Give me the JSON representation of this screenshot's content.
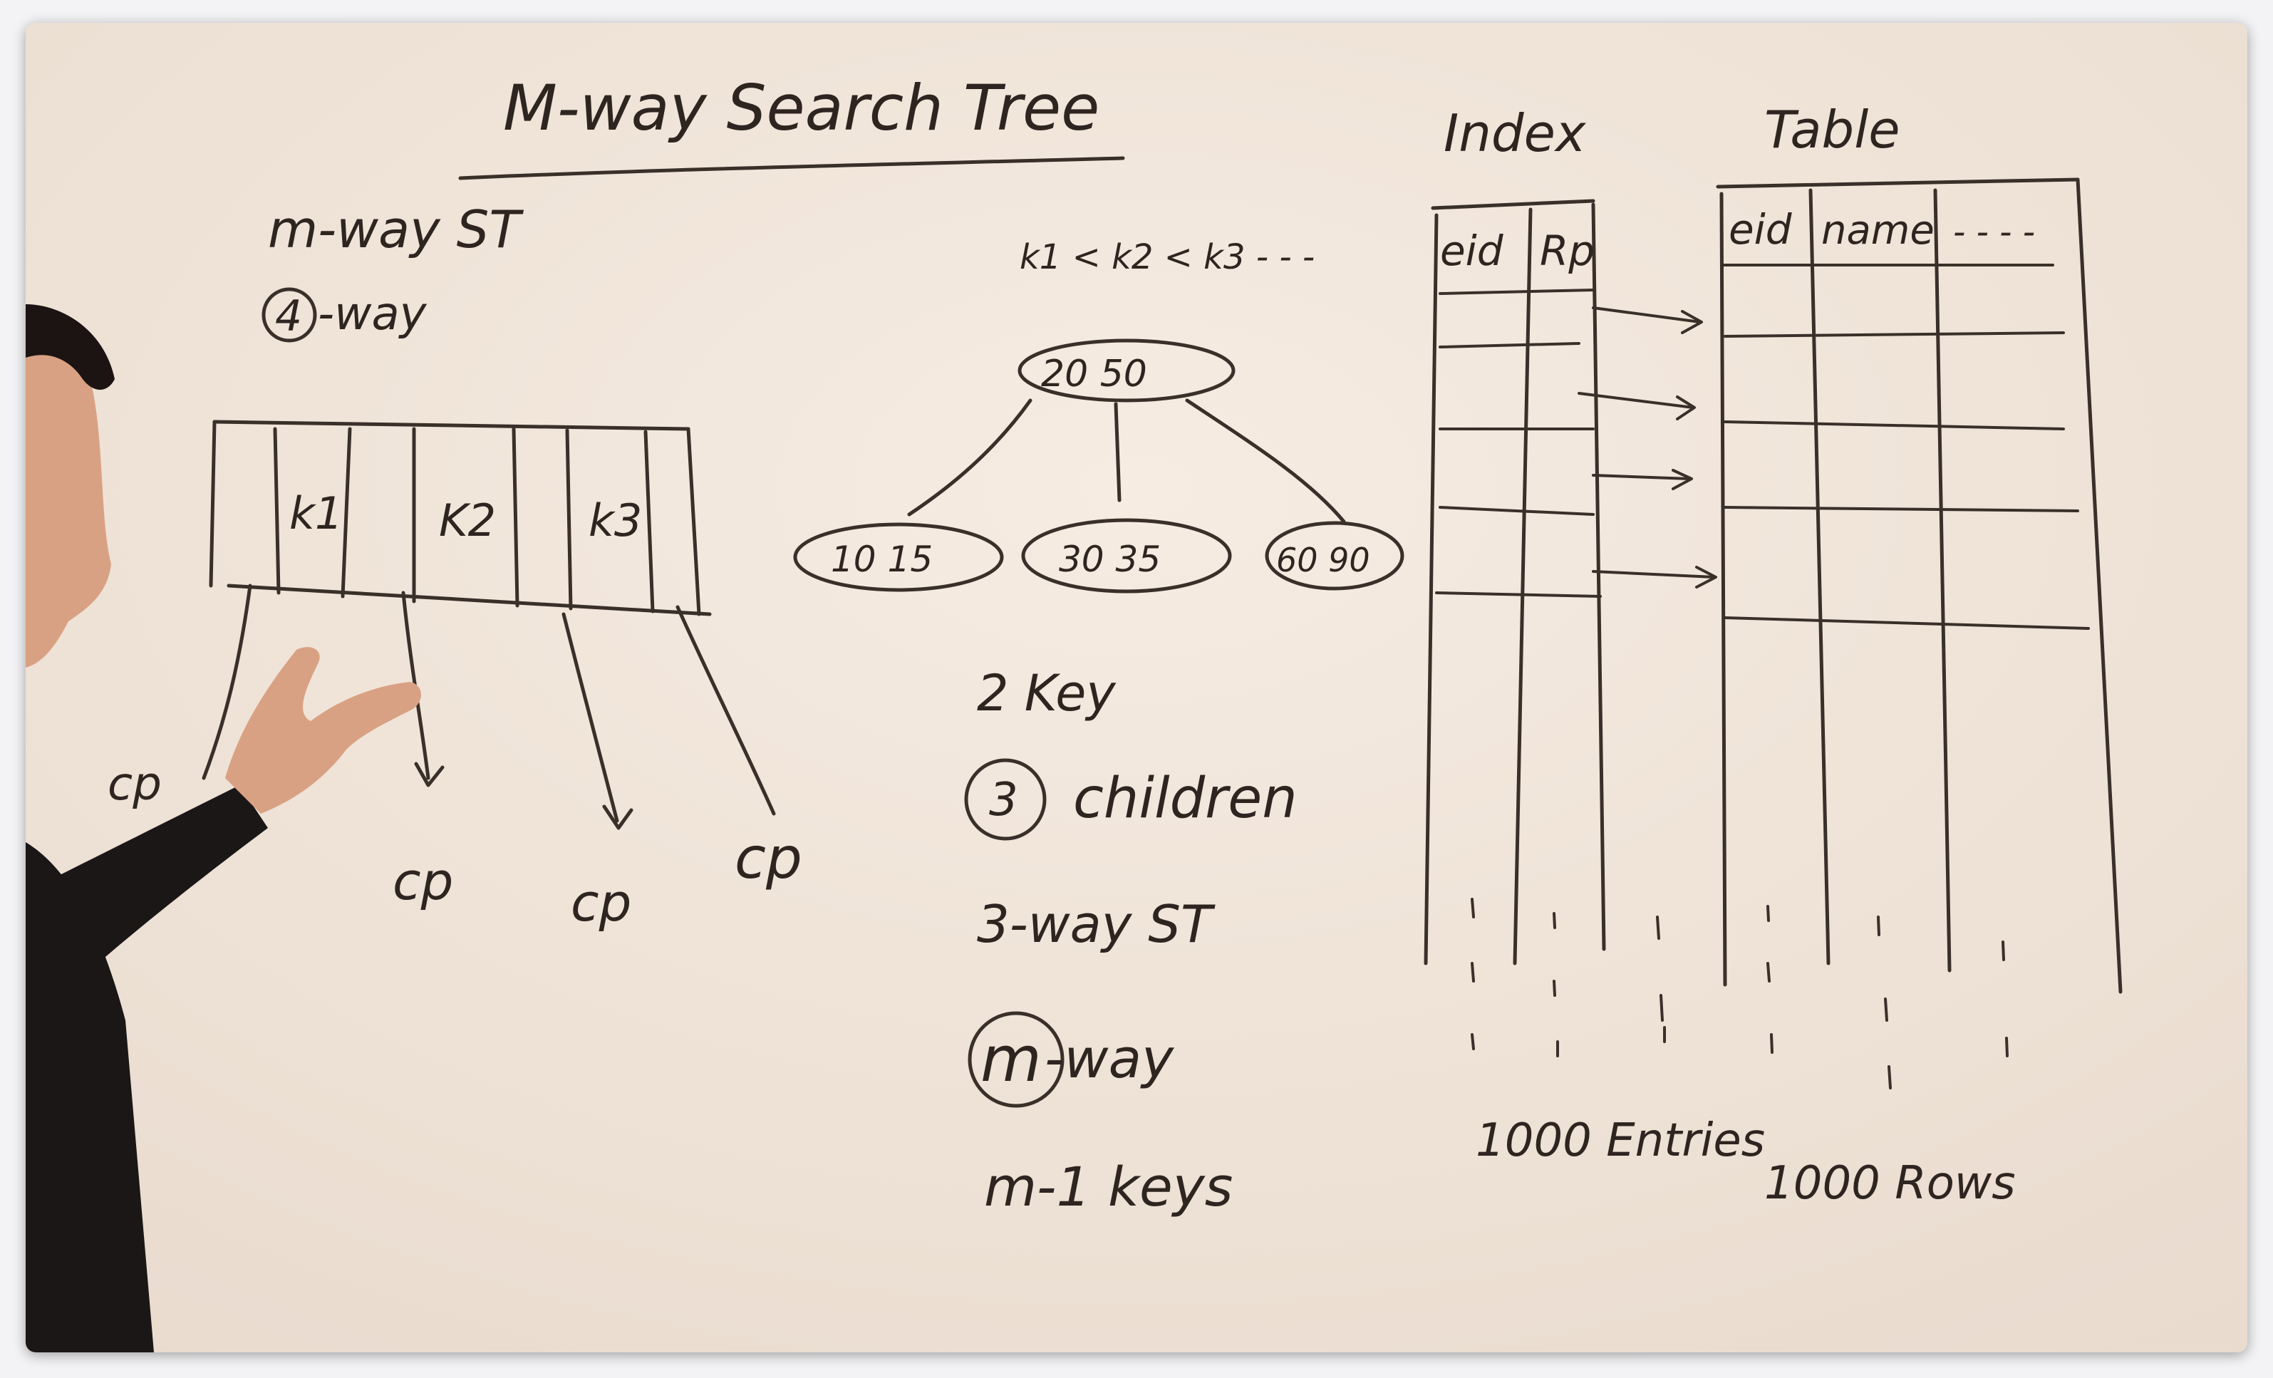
{
  "board": {
    "title": "M-way Search Tree",
    "left": {
      "heading": "m-way ST",
      "example_circled": "4",
      "example_suffix": "-way",
      "node_keys": [
        "k1",
        "K2",
        "k3"
      ],
      "child_pointer_label": "cp"
    },
    "middle": {
      "key_order": "k1 < k2 < k3 - - -",
      "root_keys": "20  50",
      "children": [
        "10  15",
        "30  35",
        "60  90"
      ],
      "line_keys": "2 Key",
      "circled_children_count": "3",
      "children_word": "children",
      "three_way": "3-way ST",
      "circled_m": "m",
      "m_way_suffix": "-way",
      "m_minus_keys": "m-1 keys"
    },
    "index": {
      "title": "Index",
      "columns": [
        "eid",
        "Rp"
      ],
      "footer": "1000 Entries"
    },
    "table": {
      "title": "Table",
      "columns": [
        "eid",
        "name",
        "- - - -"
      ],
      "footer": "1000 Rows"
    }
  },
  "colors": {
    "board": "#f2e6da",
    "ink": "#3a302a",
    "shirt": "#1a1716",
    "skin": "#d9a183",
    "hair": "#1c1412"
  }
}
